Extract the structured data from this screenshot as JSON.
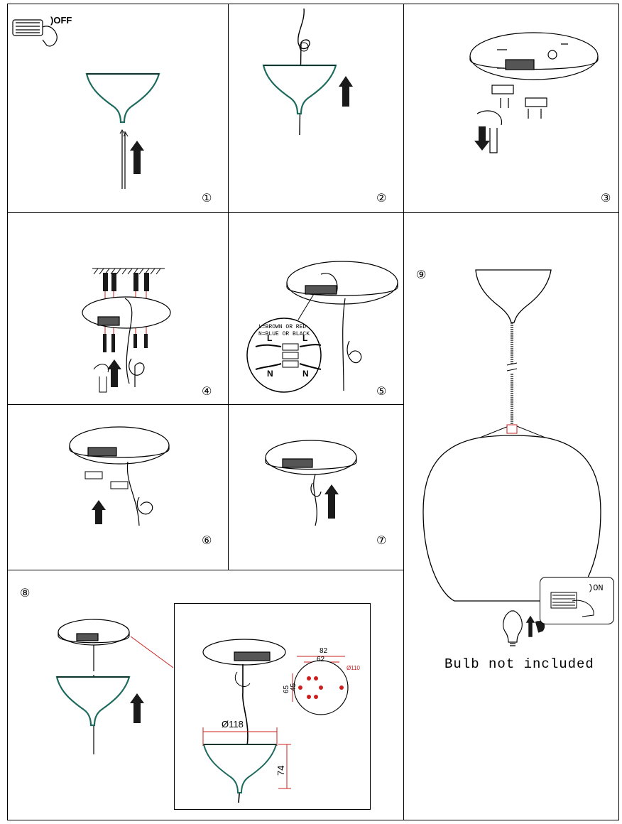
{
  "steps": [
    {
      "n": "1",
      "badge": "①"
    },
    {
      "n": "2",
      "badge": "②"
    },
    {
      "n": "3",
      "badge": "③"
    },
    {
      "n": "4",
      "badge": "④"
    },
    {
      "n": "5",
      "badge": "⑤"
    },
    {
      "n": "6",
      "badge": "⑥"
    },
    {
      "n": "7",
      "badge": "⑦"
    },
    {
      "n": "8",
      "badge": "⑧"
    },
    {
      "n": "9",
      "badge": "⑨"
    }
  ],
  "switch_off_label": ")OFF",
  "switch_on_label": ")ON",
  "wiring": {
    "line_1": "L=BROWN OR RED",
    "line_2": "N=BLUE OR BLACK",
    "L": "L",
    "N": "N"
  },
  "dimensions": {
    "d82": "82",
    "d62": "62",
    "d110": "Ø110",
    "d65": "65",
    "d45": "45",
    "d118": "Ø118",
    "d74": "74"
  },
  "bulb_caption": "Bulb not included",
  "colors": {
    "line": "#000000",
    "dimension": "#cc1f1f",
    "shade_edge": "#1e6b5e",
    "arrow": "#1a1a1a"
  }
}
